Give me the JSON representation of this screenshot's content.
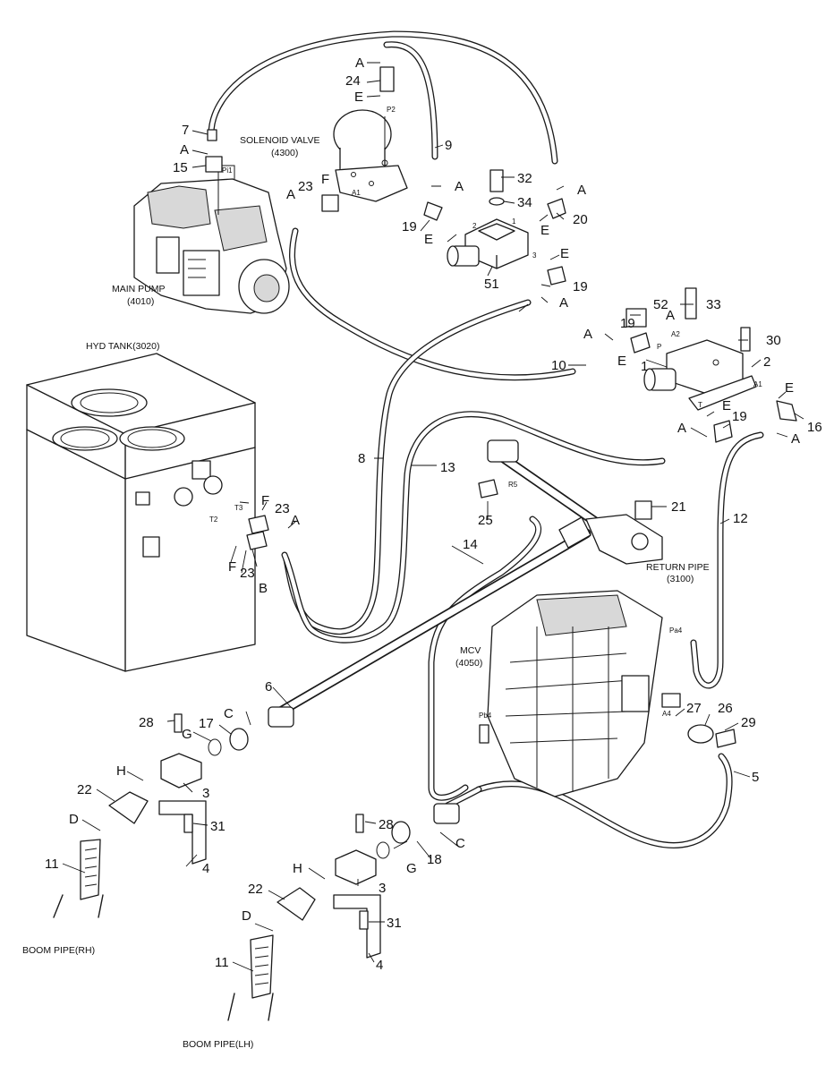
{
  "components": {
    "main_pump": [
      "MAIN PUMP",
      "(4010)"
    ],
    "solenoid_valve": [
      "SOLENOID VALVE",
      "(4300)"
    ],
    "hyd_tank": [
      "HYD TANK(3020)"
    ],
    "return_pipe": [
      "RETURN PIPE",
      "(3100)"
    ],
    "mcv": [
      "MCV",
      "(4050)"
    ],
    "boom_pipe_rh": [
      "BOOM PIPE(RH)"
    ],
    "boom_pipe_lh": [
      "BOOM PIPE(LH)"
    ]
  },
  "ports": {
    "pi1": "Pi1",
    "p2": "P2",
    "a1_sol": "A1",
    "a2": "A2",
    "p": "P",
    "a1_blk": "A1",
    "t": "T",
    "t3": "T3",
    "t2": "T2",
    "r5": "R5",
    "pa4": "Pa4",
    "pb4": "Pb4",
    "a4": "A4",
    "p51_1": "1",
    "p51_2": "2",
    "p51_3": "3"
  },
  "callouts": {
    "c1": "1",
    "c2": "2",
    "c3a": "3",
    "c3b": "3",
    "c4a": "4",
    "c4b": "4",
    "c5": "5",
    "c6": "6",
    "c7": "7",
    "c8": "8",
    "c9": "9",
    "c10": "10",
    "c11a": "11",
    "c11b": "11",
    "c12": "12",
    "c13": "13",
    "c14": "14",
    "c15": "15",
    "c16": "16",
    "c17": "17",
    "c18": "18",
    "c19a": "19",
    "c19b": "19",
    "c19c": "19",
    "c19d": "19",
    "c20": "20",
    "c21": "21",
    "c22a": "22",
    "c22b": "22",
    "c23a": "23",
    "c23b": "23",
    "c23c": "23",
    "c24": "24",
    "c25": "25",
    "c26": "26",
    "c27": "27",
    "c28a": "28",
    "c28b": "28",
    "c29": "29",
    "c30": "30",
    "c31a": "31",
    "c31b": "31",
    "c32": "32",
    "c33": "33",
    "c34": "34",
    "c51": "51",
    "c52": "52",
    "a1": "A",
    "a2": "A",
    "a3": "A",
    "a4": "A",
    "a5": "A",
    "a6": "A",
    "a7": "A",
    "a8": "A",
    "a9": "A",
    "a10": "A",
    "a11": "A",
    "a12": "A",
    "e1": "E",
    "e2": "E",
    "e3": "E",
    "e4": "E",
    "e5": "E",
    "e6": "E",
    "e7": "E",
    "f1": "F",
    "f2": "F",
    "f3": "F",
    "b1": "B",
    "c_1": "C",
    "c_2": "C",
    "d1": "D",
    "d2": "D",
    "g1": "G",
    "g2": "G",
    "h1": "H",
    "h2": "H"
  }
}
